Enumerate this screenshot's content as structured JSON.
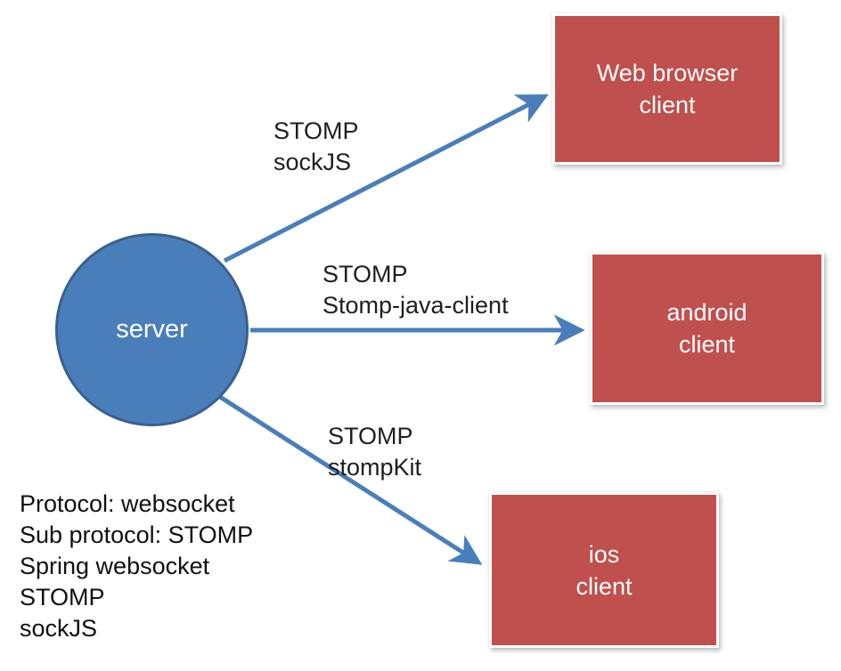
{
  "colors": {
    "server_fill": "#4a7ebb",
    "server_border": "#38618f",
    "arrow": "#4a7ebb",
    "client_fill": "#c0504d",
    "client_border": "#ffffff",
    "label_text": "#1f1f1f",
    "node_text": "#ffffff"
  },
  "server": {
    "label": "server"
  },
  "clients": [
    {
      "id": "web-browser",
      "lines": [
        "Web browser",
        "client"
      ]
    },
    {
      "id": "android",
      "lines": [
        "android",
        "client"
      ]
    },
    {
      "id": "ios",
      "lines": [
        "ios",
        "client"
      ]
    }
  ],
  "edges": [
    {
      "id": "server-to-web-browser",
      "lines": [
        "STOMP",
        "sockJS"
      ]
    },
    {
      "id": "server-to-android",
      "lines": [
        "STOMP",
        "Stomp-java-client"
      ]
    },
    {
      "id": "server-to-ios",
      "lines": [
        "STOMP",
        "stompKit"
      ]
    }
  ],
  "notes": {
    "lines": [
      "Protocol: websocket",
      "Sub protocol: STOMP",
      "Spring websocket",
      "STOMP",
      "sockJS"
    ]
  }
}
